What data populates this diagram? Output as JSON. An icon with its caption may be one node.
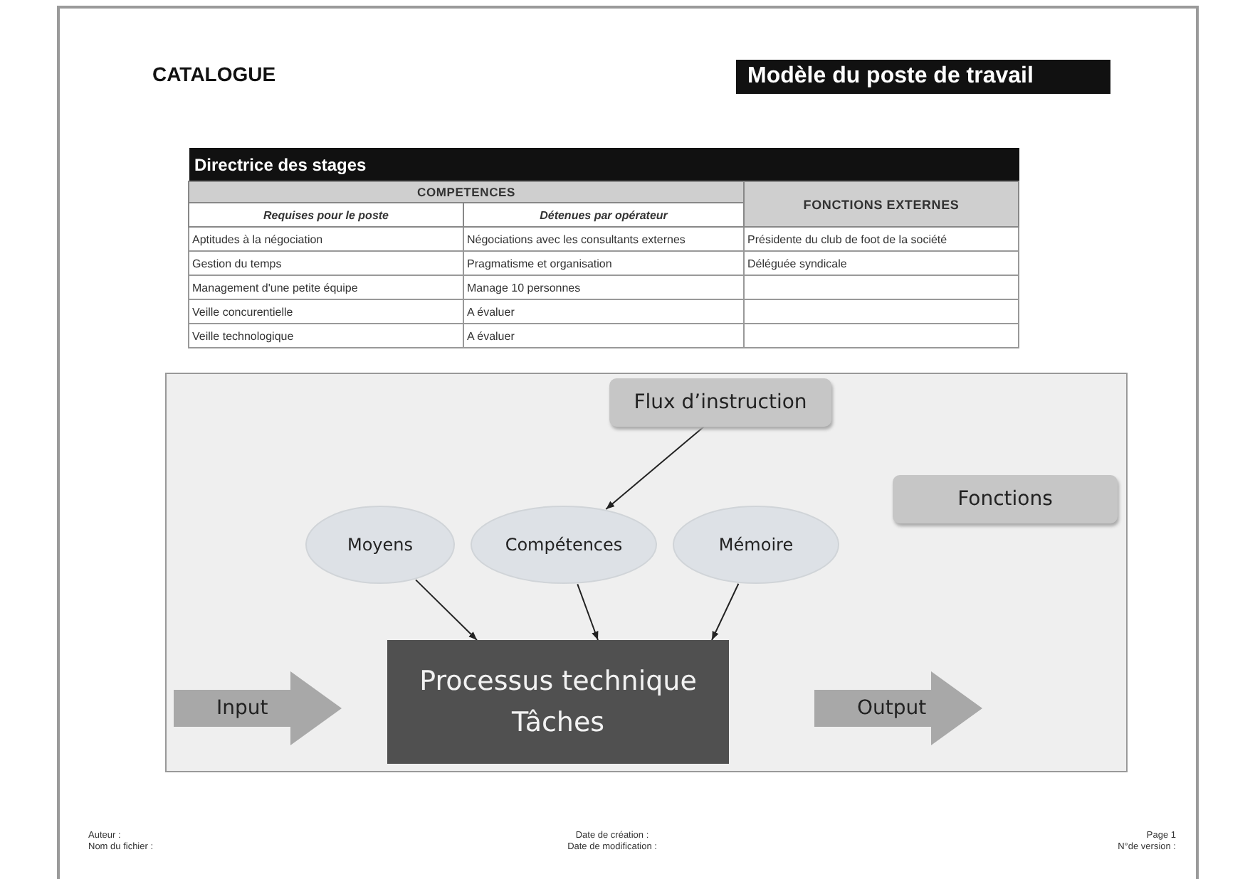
{
  "diagram": {
    "title": "Modèle du poste de travail",
    "nodes": [
      {
        "text": [
          "Flux d’instruction"
        ]
      },
      {
        "text": [
          "Fonctions"
        ]
      },
      {
        "text": [
          "Moyens"
        ]
      },
      {
        "text": [
          "Compétences"
        ]
      },
      {
        "text": [
          "Mémoire"
        ]
      },
      {
        "text": [
          "Input"
        ]
      },
      {
        "text": [
          "Processus technique",
          "Tâches"
        ]
      },
      {
        "text": [
          "Output"
        ]
      }
    ],
    "edges": [
      {
        "from": 0,
        "to": 3,
        "arrow": "to"
      },
      {
        "from": 2,
        "to": 6,
        "arrow": "to"
      },
      {
        "from": 3,
        "to": 6,
        "arrow": "to"
      },
      {
        "from": 4,
        "to": 6,
        "arrow": "to"
      }
    ],
    "labels": [
      "CATALOGUE",
      "Directrice des stages",
      "COMPETENCES",
      "FONCTIONS EXTERNES",
      "Requises pour le poste",
      "Détenues par opérateur",
      "Aptitudes à la négociation",
      "Négociations avec les consultants externes",
      "Présidente du club de foot de la société",
      "Gestion du temps",
      "Pragmatisme et organisation",
      "Déléguée syndicale",
      "Management d'une petite équipe",
      "Manage 10 personnes",
      "Veille concurentielle",
      "A évaluer",
      "Veille technologique",
      "A évaluer",
      "Auteur :",
      "Nom du fichier :",
      "Date de création :",
      "Date de modification :",
      "Page 1",
      "N°de version :"
    ]
  }
}
